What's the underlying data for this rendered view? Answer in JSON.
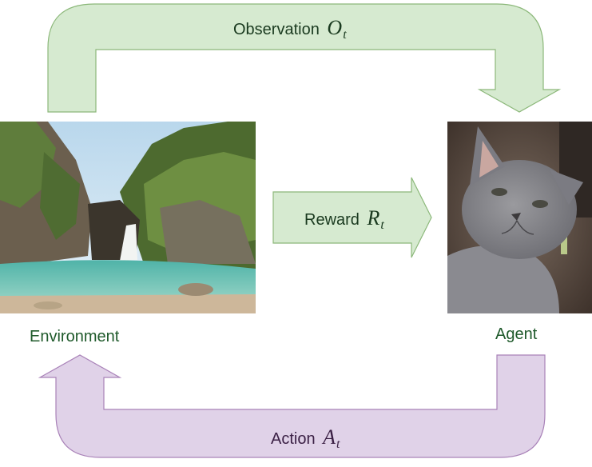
{
  "observation": {
    "label": "Observation",
    "symbol": "O",
    "subscript": "t"
  },
  "reward": {
    "label": "Reward",
    "symbol": "R",
    "subscript": "t"
  },
  "action": {
    "label": "Action",
    "symbol": "A",
    "subscript": "t"
  },
  "environment": {
    "caption": "Environment",
    "image": "waterfall-landscape-photo"
  },
  "agent": {
    "caption": "Agent",
    "image": "gray-cat-photo"
  },
  "colors": {
    "green_fill": "#d6ead0",
    "green_stroke": "#8cb87a",
    "purple_fill": "#e0d2e8",
    "purple_stroke": "#a982b8",
    "caption_text": "#1f5a2b"
  }
}
